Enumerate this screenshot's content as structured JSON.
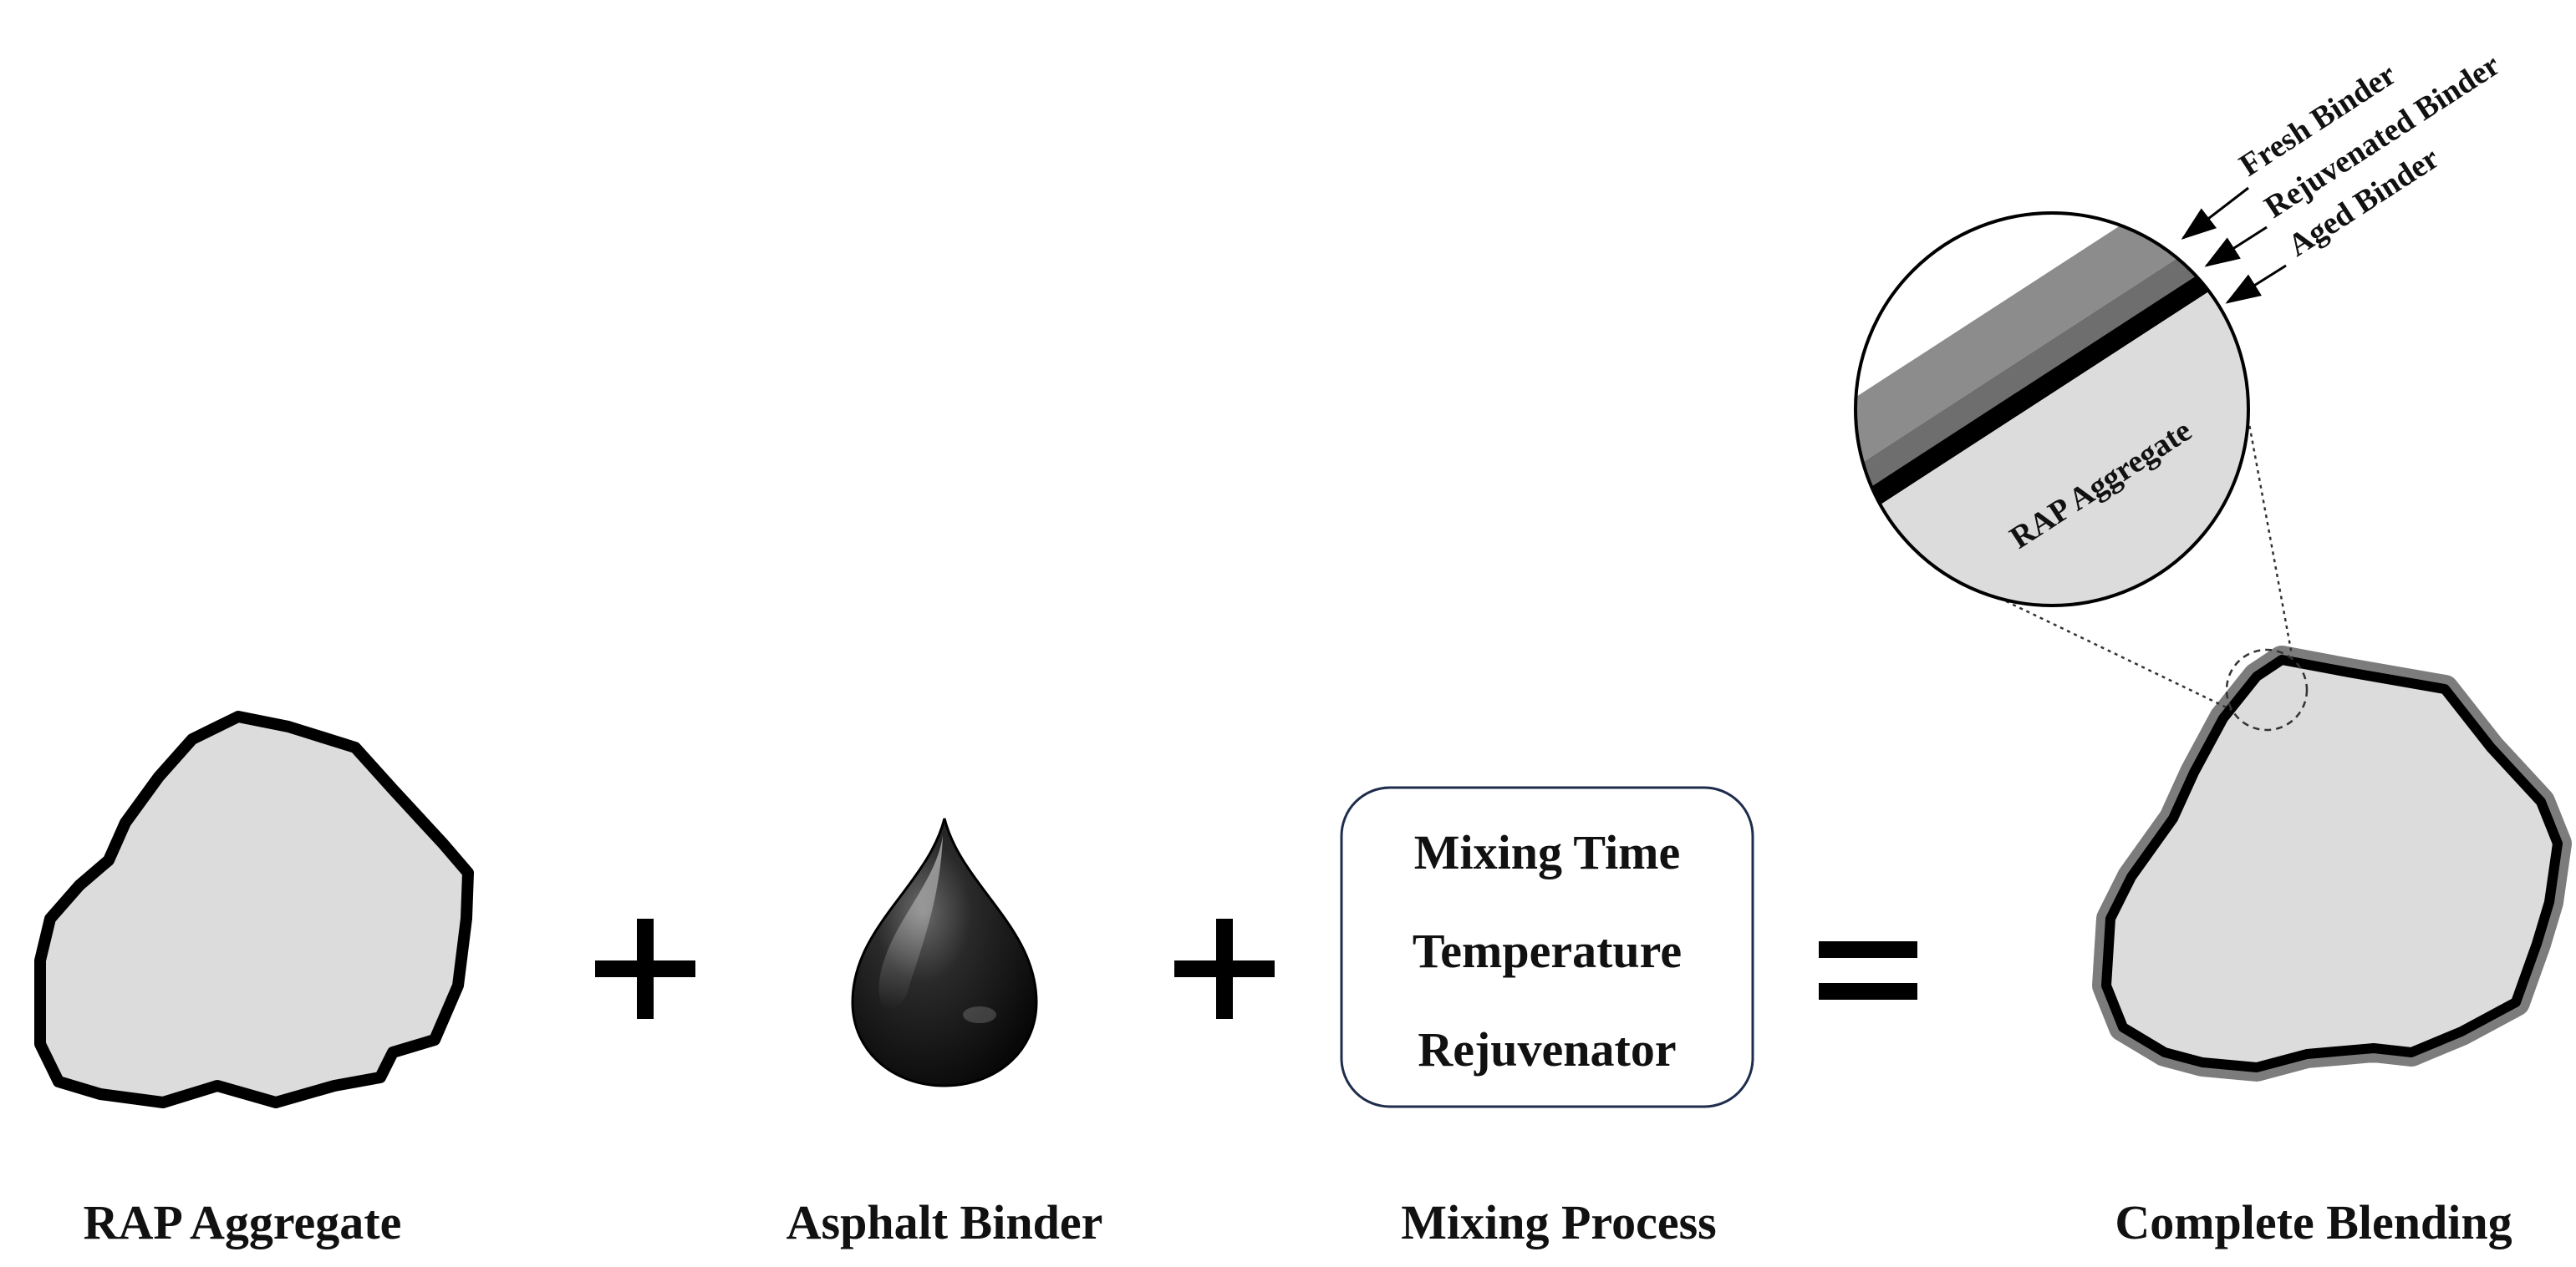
{
  "captions": {
    "rap_aggregate": "RAP Aggregate",
    "asphalt_binder": "Asphalt Binder",
    "mixing_process": "Mixing Process",
    "complete_blending": "Complete Blending"
  },
  "operators": {
    "plus": "+",
    "equals": "="
  },
  "mixing_box": {
    "items": [
      "Mixing Time",
      "Temperature",
      "Rejuvenator"
    ]
  },
  "zoom_inset": {
    "layer_labels": {
      "fresh": "Fresh Binder",
      "rejuvenated": "Rejuvenated Binder",
      "aged": "Aged Binder"
    },
    "aggregate_label": "RAP Aggregate"
  },
  "colors": {
    "aggregate_fill": "#dcdcdc",
    "outline": "#000000",
    "fresh_binder": "#8c8c8c",
    "rejuvenated_binder": "#6e6e6e",
    "aged_binder": "#000000",
    "box_border": "#1f2d4d"
  }
}
